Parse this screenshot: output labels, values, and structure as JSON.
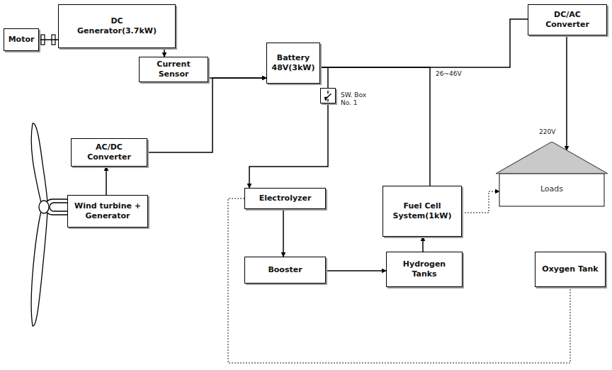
{
  "diagram": {
    "nodes": [
      {
        "text": [
          "Motor"
        ]
      },
      {
        "text": [
          "DC Generator(3.7kW)"
        ]
      },
      {
        "text": [
          "Current Sensor"
        ]
      },
      {
        "text": [
          "Battery 48V(3kW)"
        ]
      },
      {
        "text": [
          "DC/AC Converter"
        ]
      },
      {
        "text": [
          "SW. Box No. 1"
        ]
      },
      {
        "text": [
          "Loads"
        ]
      },
      {
        "text": [
          "AC/DC Converter"
        ]
      },
      {
        "text": [
          "Electrolyzer"
        ]
      },
      {
        "text": [
          "Fuel Cell System(1kW)"
        ]
      },
      {
        "text": [
          "Wind turbine + Generator"
        ]
      },
      {
        "text": [
          "Booster"
        ]
      },
      {
        "text": [
          "Hydrogen Tanks"
        ]
      },
      {
        "text": [
          "Oxygen Tank"
        ]
      }
    ],
    "edges": [
      {
        "from": 0,
        "to": 1,
        "arrow": "none"
      },
      {
        "from": 1,
        "to": 2,
        "arrow": "to"
      },
      {
        "from": 2,
        "to": 3,
        "arrow": "to"
      },
      {
        "from": 7,
        "to": 3,
        "arrow": "to"
      },
      {
        "from": 10,
        "to": 7,
        "arrow": "to"
      },
      {
        "from": 3,
        "to": 4,
        "arrow": "none"
      },
      {
        "from": 3,
        "to": 5,
        "arrow": "none"
      },
      {
        "from": 5,
        "to": 8,
        "arrow": "to"
      },
      {
        "from": 9,
        "to": 3,
        "label": "26~46V",
        "arrow": "none"
      },
      {
        "from": 4,
        "to": 6,
        "label": "220V",
        "arrow": "to"
      },
      {
        "from": 9,
        "to": 6,
        "arrow": "to"
      },
      {
        "from": 8,
        "to": 11,
        "arrow": "to"
      },
      {
        "from": 11,
        "to": 12,
        "arrow": "to"
      },
      {
        "from": 12,
        "to": 9,
        "arrow": "to"
      },
      {
        "from": 8,
        "to": 13,
        "arrow": "none"
      }
    ]
  }
}
